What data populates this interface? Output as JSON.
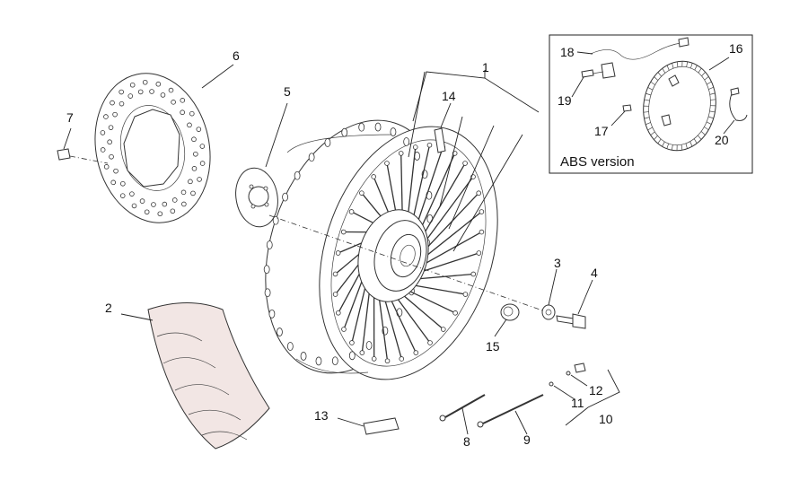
{
  "diagram": {
    "inset_label": "ABS version",
    "callouts": {
      "c1": "1",
      "c2": "2",
      "c3": "3",
      "c4": "4",
      "c5": "5",
      "c6": "6",
      "c7": "7",
      "c8": "8",
      "c9": "9",
      "c10": "10",
      "c11": "11",
      "c12": "12",
      "c13": "13",
      "c14": "14",
      "c15": "15",
      "c16": "16",
      "c17": "17",
      "c18": "18",
      "c19": "19",
      "c20": "20"
    },
    "colors": {
      "line": "#222222",
      "tyre_fill": "#f2e6e4"
    }
  }
}
